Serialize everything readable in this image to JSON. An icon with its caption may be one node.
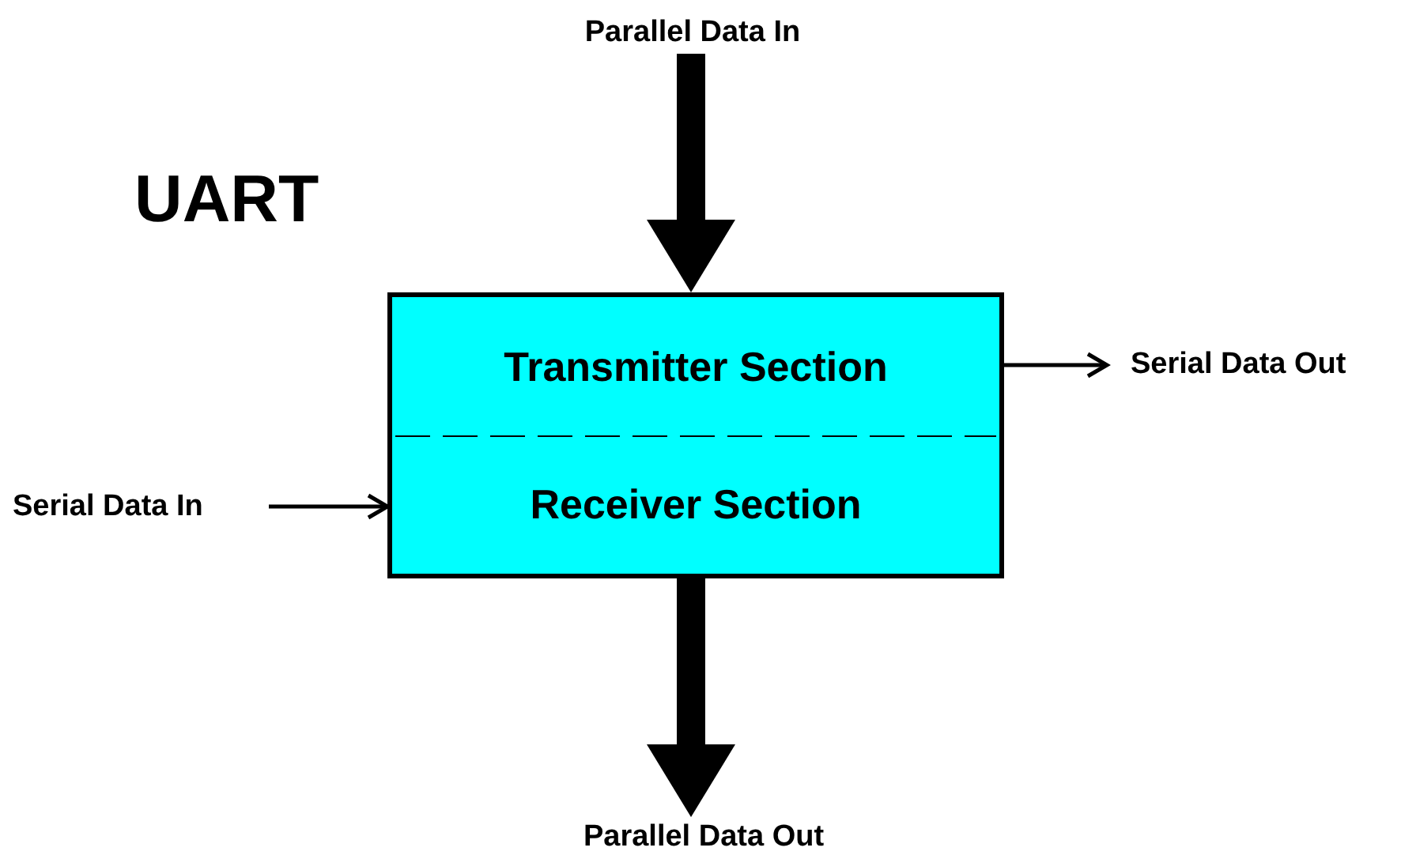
{
  "diagram": {
    "title": "UART",
    "nodes": [
      {
        "text": [
          "Parallel Data In"
        ]
      },
      {
        "text": [
          "Transmitter Section"
        ]
      },
      {
        "text": [
          "Serial Data Out"
        ]
      },
      {
        "text": [
          "Serial Data In"
        ]
      },
      {
        "text": [
          "Receiver Section"
        ]
      },
      {
        "text": [
          "Parallel Data Out"
        ]
      }
    ],
    "edges": [
      {
        "from": 0,
        "to": 1,
        "arrow": "to",
        "style": "thick"
      },
      {
        "from": 1,
        "to": 2,
        "arrow": "to"
      },
      {
        "from": 3,
        "to": 4,
        "arrow": "to"
      },
      {
        "from": 4,
        "to": 5,
        "arrow": "to",
        "style": "thick"
      }
    ]
  }
}
